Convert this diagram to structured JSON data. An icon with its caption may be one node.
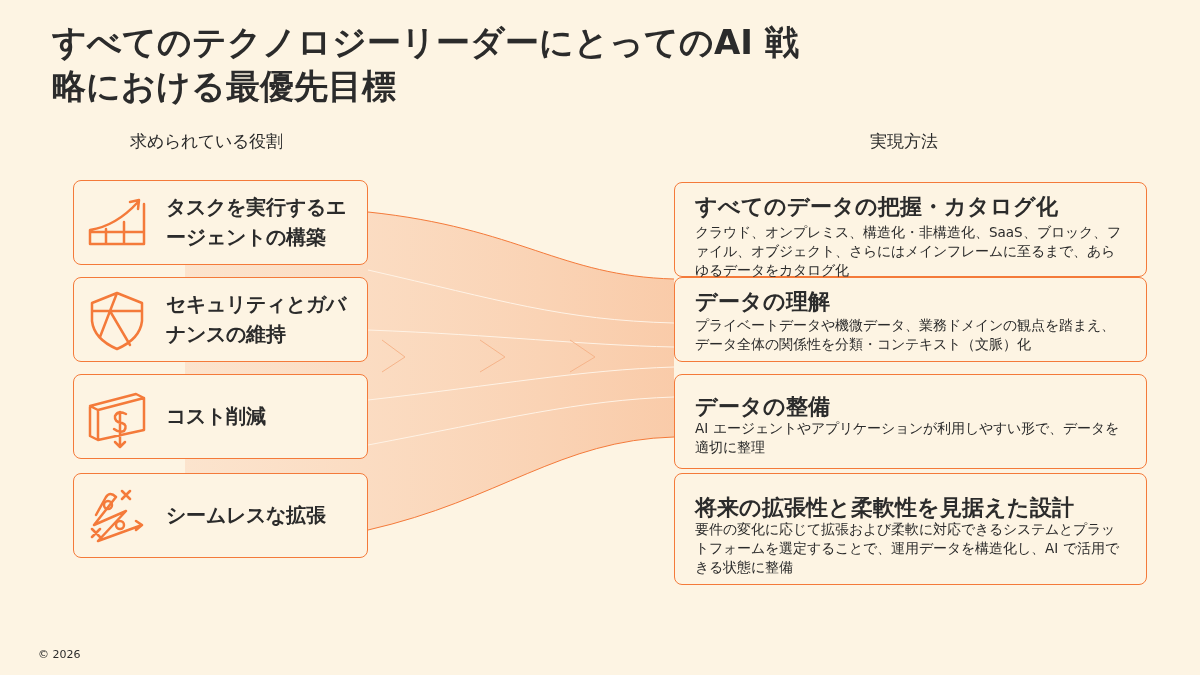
{
  "diagram": {
    "title": "すべてのテクノロジーリーダーにとってのAI 戦略における最優先目標",
    "nodes": [
      {
        "text": [
          "タスクを実行するエージェントの構築"
        ]
      },
      {
        "text": [
          "セキュリティとガバナンスの維持"
        ]
      },
      {
        "text": [
          "コスト削減"
        ]
      },
      {
        "text": [
          "シームレスな拡張"
        ]
      },
      {
        "text": [
          "すべてのデータの把握・カタログ化",
          "クラウド、オンプレミス、構造化・非構造化、SaaS、ブロック、ファイル、オブジェクト、さらにはメインフレームに至るまで、あらゆるデータをカタログ化"
        ]
      },
      {
        "text": [
          "データの理解",
          "プライベートデータや機微データ、業務ドメインの観点を踏まえ、データ全体の関係性を分類・コンテキスト（文脈）化"
        ]
      },
      {
        "text": [
          "データの整備",
          "AI エージェントやアプリケーションが利用しやすい形で、データを適切に整理"
        ]
      },
      {
        "text": [
          "将来の拡張性と柔軟性を見据えた設計",
          "要件の変化に応じて拡張および柔軟に対応できるシステムとプラットフォームを選定することで、運用データを構造化し、AI で活用できる状態に整備"
        ]
      }
    ],
    "edges": [],
    "labels": [
      "求められている役割",
      "実現方法",
      "© 2026"
    ]
  }
}
